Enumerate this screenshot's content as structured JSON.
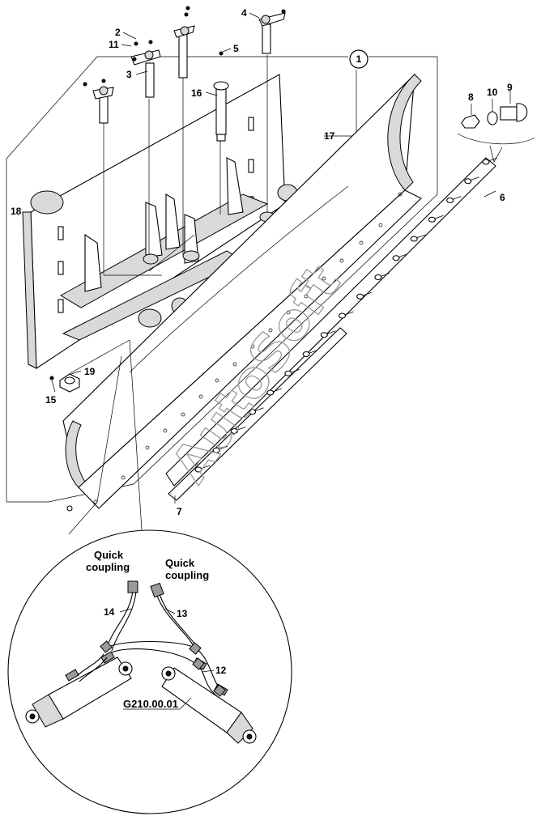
{
  "callouts": {
    "c1": "1",
    "c2": "2",
    "c3": "3",
    "c4": "4",
    "c5": "5",
    "c6": "6",
    "c7": "7",
    "c8": "8",
    "c9": "9",
    "c10": "10",
    "c11": "11",
    "c12": "12",
    "c13": "13",
    "c14": "14",
    "c15": "15",
    "c16": "16",
    "c17": "17",
    "c18": "18",
    "c19": "19"
  },
  "labels": {
    "quick_coupling_1_line1": "Quick",
    "quick_coupling_1_line2": "coupling",
    "quick_coupling_2_line1": "Quick",
    "quick_coupling_2_line2": "coupling",
    "reference": "G210.00.01"
  },
  "watermark": "AutoSoft"
}
